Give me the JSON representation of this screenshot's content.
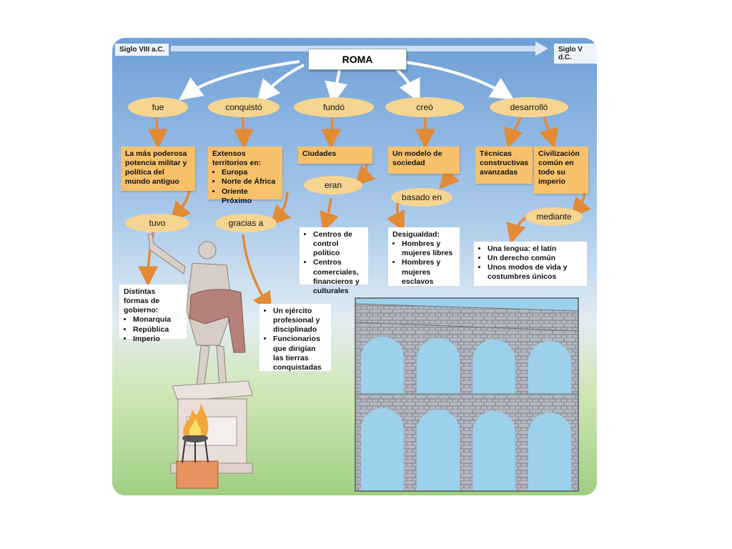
{
  "timeline": {
    "start": "Siglo VIII a.C.",
    "end": "Siglo V d.C."
  },
  "root": "ROMA",
  "verbs": {
    "fue": "fue",
    "conquisto": "conquistó",
    "fundo": "fundó",
    "creo": "creó",
    "desarrollo": "desarrolló",
    "tuvo": "tuvo",
    "gracias": "gracias a",
    "eran": "eran",
    "basado": "basado en",
    "mediante": "mediante"
  },
  "boxes": {
    "poderosa": "La más poderosa potencia militar y política del mundo antiguo",
    "territorios": {
      "title": "Extensos territorios en:",
      "items": [
        "Europa",
        "Norte de África",
        "Oriente Próximo"
      ]
    },
    "ciudades": "Ciudades",
    "modelo": "Un modelo de sociedad",
    "tecnicas": "Técnicas constructivas avanzadas",
    "civilizacion": "Civilización común en todo su imperio",
    "gobierno": {
      "title": "Distintas formas de gobierno:",
      "items": [
        "Monarquía",
        "República",
        "Imperio"
      ]
    },
    "ejercito": {
      "items": [
        "Un ejército profesional y disciplinado",
        "Funcionarios que dirigían las tierras conquistadas"
      ]
    },
    "centros": {
      "items": [
        "Centros de control político",
        "Centros comerciales, financieros y culturales"
      ]
    },
    "desigualdad": {
      "title": "Desigualdad:",
      "items": [
        "Hombres y mujeres libres",
        "Hombres y mujeres esclavos"
      ]
    },
    "lengua": {
      "items": [
        "Una lengua: el latín",
        "Un derecho común",
        "Unos modos de vida y costumbres únicos"
      ]
    }
  },
  "colors": {
    "concept_box": "#f7c06b",
    "verb_oval": "#f6d590",
    "arrow_orange": "#e38a35",
    "arrow_white": "#ffffff",
    "sky": "#8fb8e3",
    "grass": "#9fcf83"
  }
}
